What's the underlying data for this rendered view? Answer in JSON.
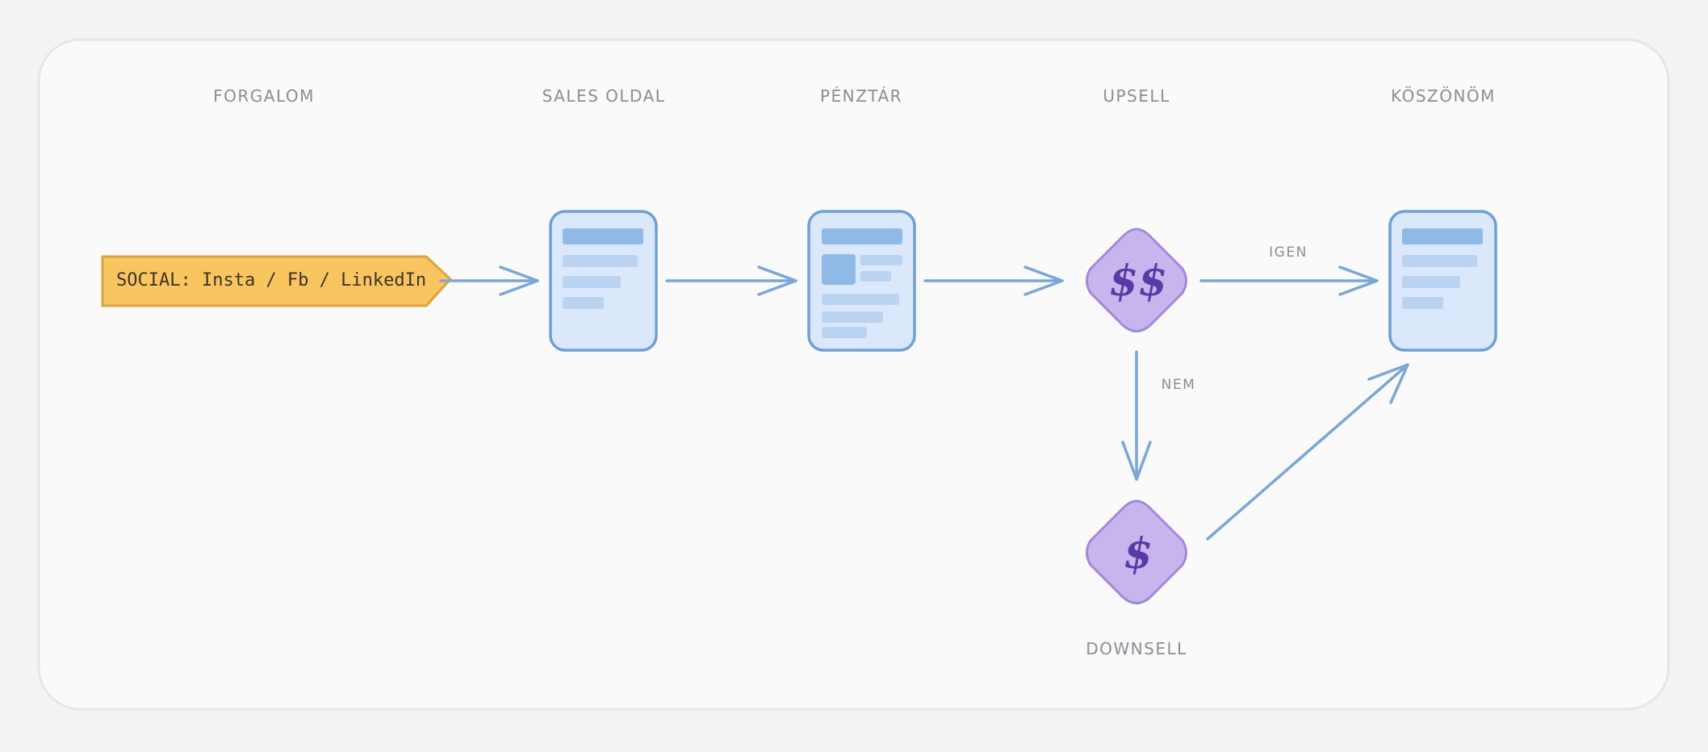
{
  "columns": {
    "forgalom": "FORGALOM",
    "sales_oldal": "SALES OLDAL",
    "penztar": "PÉNZTÁR",
    "upsell": "UPSELL",
    "koszonom": "KÖSZÖNÖM"
  },
  "source_label": "SOCIAL: Insta / Fb / LinkedIn",
  "upsell_symbol": "$$",
  "downsell_symbol": "$",
  "downsell_label": "DOWNSELL",
  "edges": {
    "yes_label": "IGEN",
    "no_label": "NEM"
  },
  "colors": {
    "page_background": "#f4f3f1",
    "canvas": "#fafafb",
    "page_fill": "#dbe8fb",
    "page_stroke": "#6f9fd5",
    "page_bar_dark": "#8fbae8",
    "page_bar_light": "#b9d3f1",
    "diamond_fill": "#c7b5ee",
    "diamond_stroke": "#a587d8",
    "money_text": "#5a3aa6",
    "tag_fill": "#f8c561",
    "tag_stroke": "#d8a43c",
    "arrow": "#7aa6d8",
    "label_text": "#8c8c94"
  },
  "icons": {
    "sales_page": "page-mockup-icon",
    "checkout_page": "checkout-page-mockup-icon",
    "thankyou_page": "page-mockup-icon",
    "upsell": "diamond-icon",
    "downsell": "diamond-icon"
  }
}
